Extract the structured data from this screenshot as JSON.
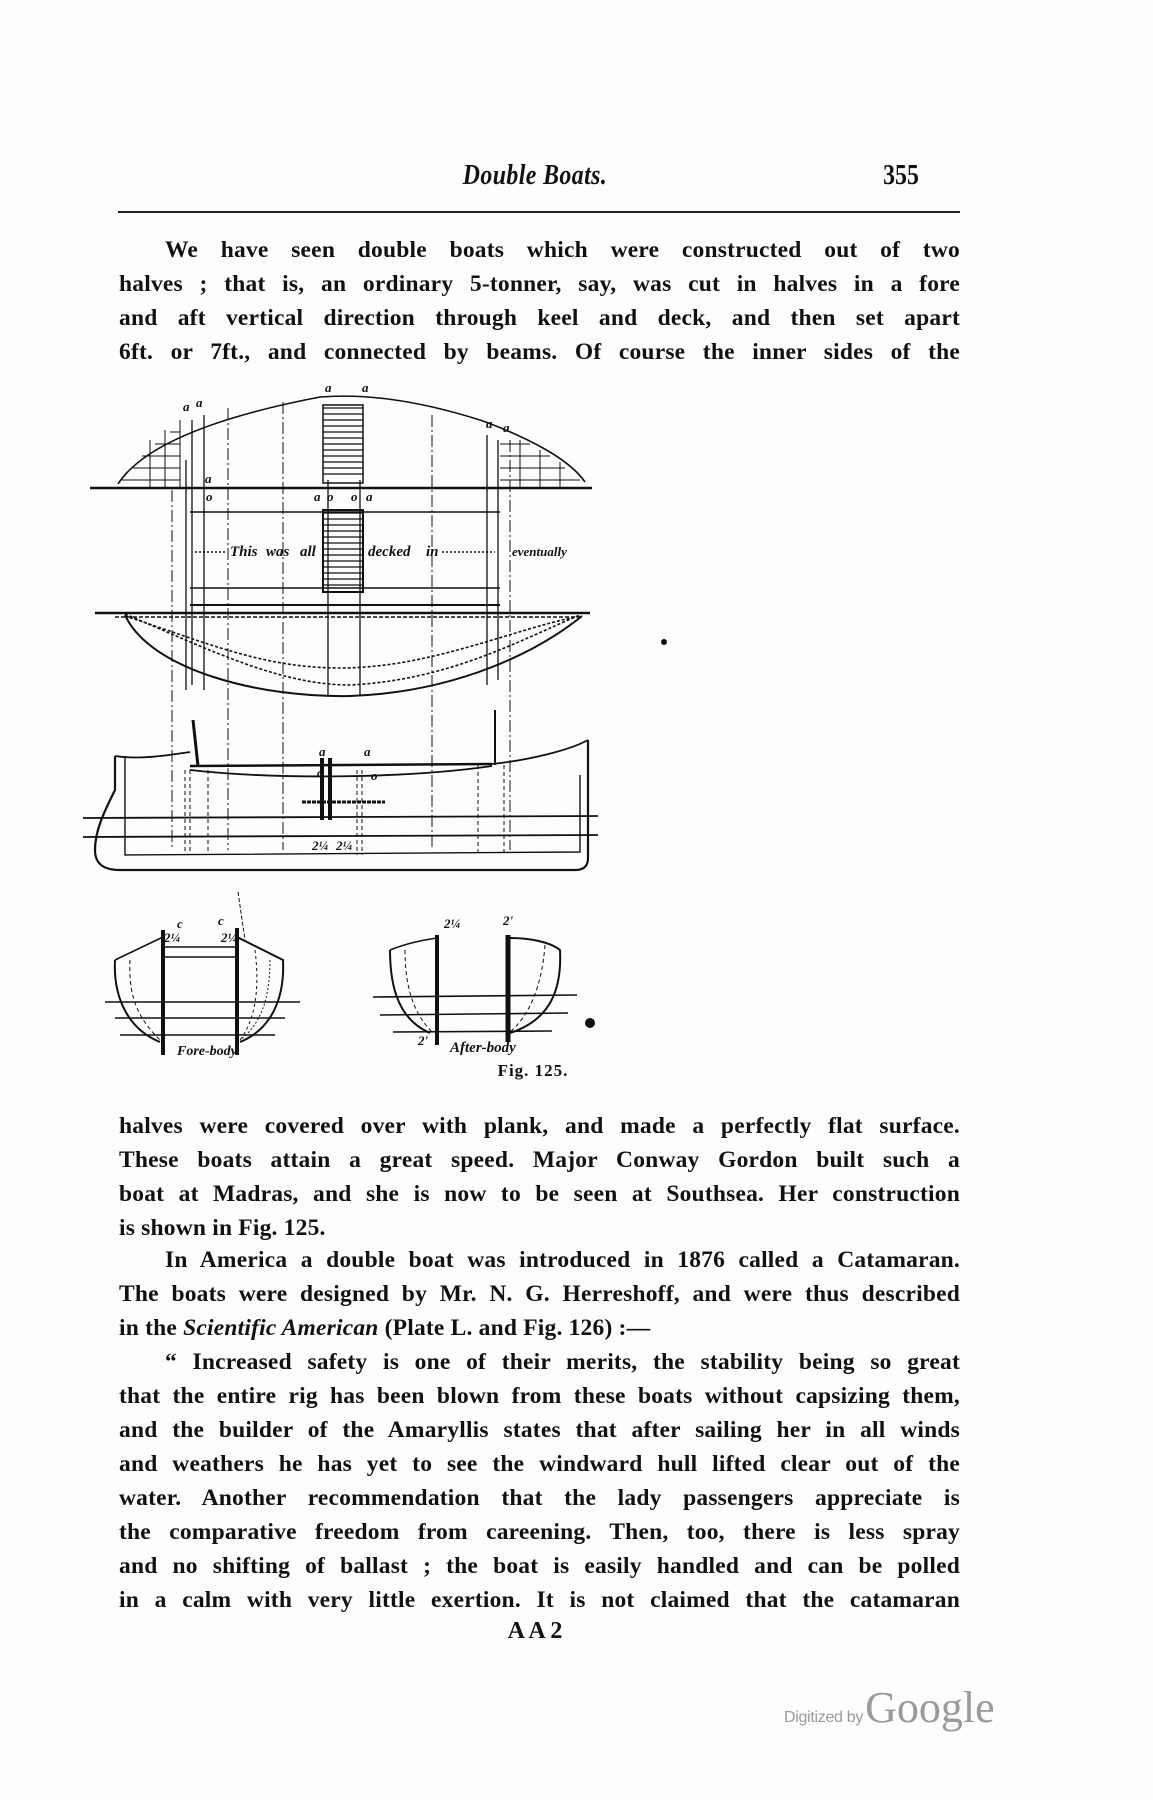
{
  "header": {
    "running_title": "Double Boats.",
    "page_number": "355"
  },
  "paragraphs": [
    {
      "indent": true,
      "lines": [
        "We have seen double boats which were constructed out of two",
        "halves ; that is, an ordinary 5-tonner, say, was cut in halves in a fore",
        "and aft vertical direction through keel and deck, and then set apart",
        "6ft. or 7ft., and connected by beams. Of course the inner sides of the"
      ]
    },
    {
      "indent": false,
      "lines": [
        "halves were covered over with plank, and made a perfectly flat surface.",
        "These boats attain a great speed. Major Conway Gordon built such a",
        "boat at Madras, and she is now to be seen at Southsea. Her construction",
        "is shown in Fig. 125."
      ]
    },
    {
      "indent": true,
      "lines": [
        "In America a double boat was introduced in 1876 called a Catamaran.",
        "The boats were designed by Mr. N. G. Herreshoff, and were thus described"
      ],
      "line3": {
        "pre": "in the ",
        "italic": "Scientific American",
        "post": " (Plate L. and Fig. 126) :—"
      }
    },
    {
      "indent": true,
      "lines": [
        "“ Increased safety is one of their merits, the stability being so great",
        "that the entire rig has been blown from these boats without capsizing them,",
        "and the builder of the Amaryllis states that after sailing her in all winds",
        "and weathers he has yet to see the windward hull lifted clear out of the",
        "water. Another recommendation that the lady passengers appreciate is",
        "the comparative freedom from careening. Then, too, there is less spray",
        "and no shifting of ballast ; the boat is easily handled and can be polled",
        "in a calm with very little exertion. It is not claimed that the catamaran"
      ]
    }
  ],
  "figure": {
    "caption": "Fig. 125.",
    "annotations": [
      "This",
      "was",
      "all",
      "decked",
      "in",
      "eventually"
    ],
    "fore_body_label": "Fore-body.",
    "after_body_label": "After-body",
    "labels": [
      "a",
      "a",
      "a",
      "a",
      "a",
      "a",
      "a",
      "o",
      "a",
      "o",
      "o",
      "a",
      "a",
      "a",
      "o",
      "o",
      "2¼",
      "2¼",
      "c",
      "2¼",
      "c",
      "2¼",
      "2¼",
      "2'",
      "2'"
    ]
  },
  "signature": "A A 2",
  "watermark": {
    "prefix": "Digitized by",
    "brand": "Google"
  }
}
